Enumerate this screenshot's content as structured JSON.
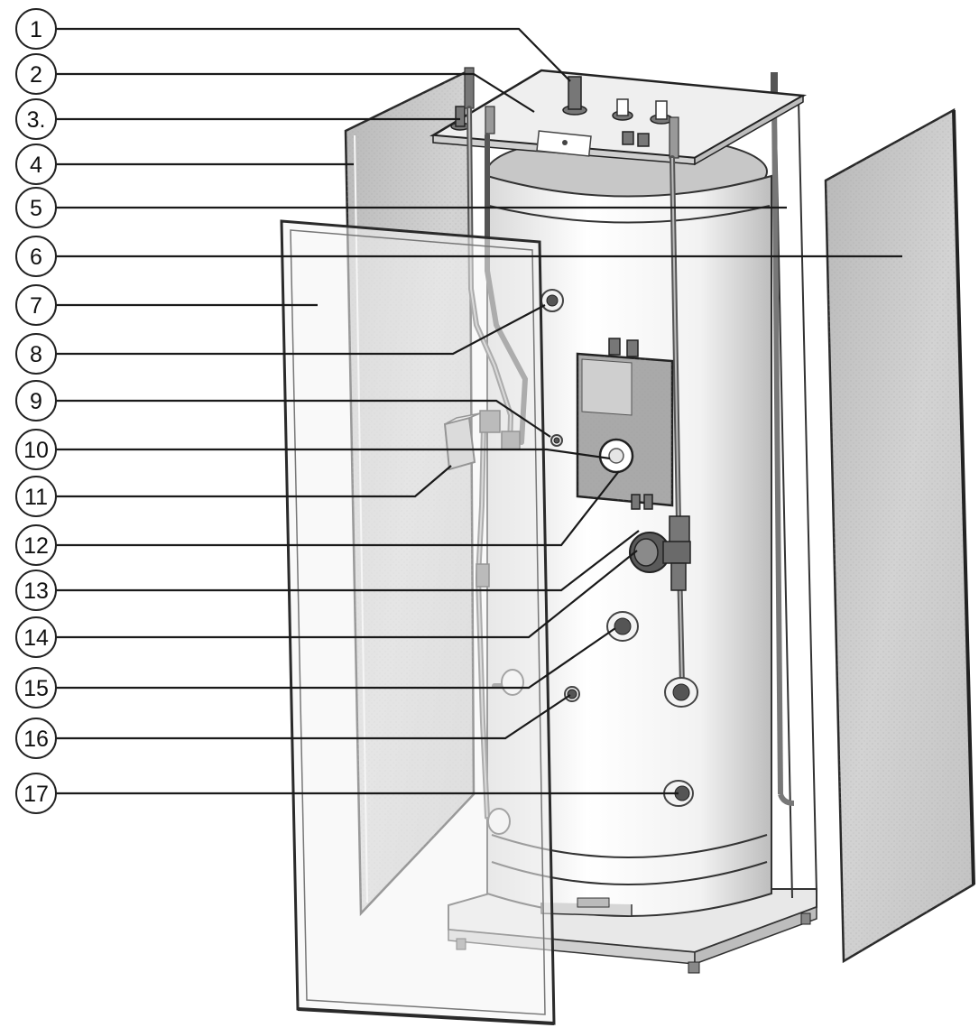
{
  "callouts": [
    {
      "label": "1"
    },
    {
      "label": "2"
    },
    {
      "label": "3."
    },
    {
      "label": "4"
    },
    {
      "label": "5"
    },
    {
      "label": "6"
    },
    {
      "label": "7"
    },
    {
      "label": "8"
    },
    {
      "label": "9"
    },
    {
      "label": "10"
    },
    {
      "label": "11"
    },
    {
      "label": "12"
    },
    {
      "label": "13"
    },
    {
      "label": "14"
    },
    {
      "label": "15"
    },
    {
      "label": "16"
    },
    {
      "label": "17"
    }
  ],
  "colors": {
    "panel_fill": "#cfcfcf",
    "panel_edge": "#2a2a2a",
    "glass_fill": "#f4f4f4",
    "tank_fill": "#ffffff",
    "controller_fill": "#a9a9a9",
    "line": "#1a1a1a"
  }
}
